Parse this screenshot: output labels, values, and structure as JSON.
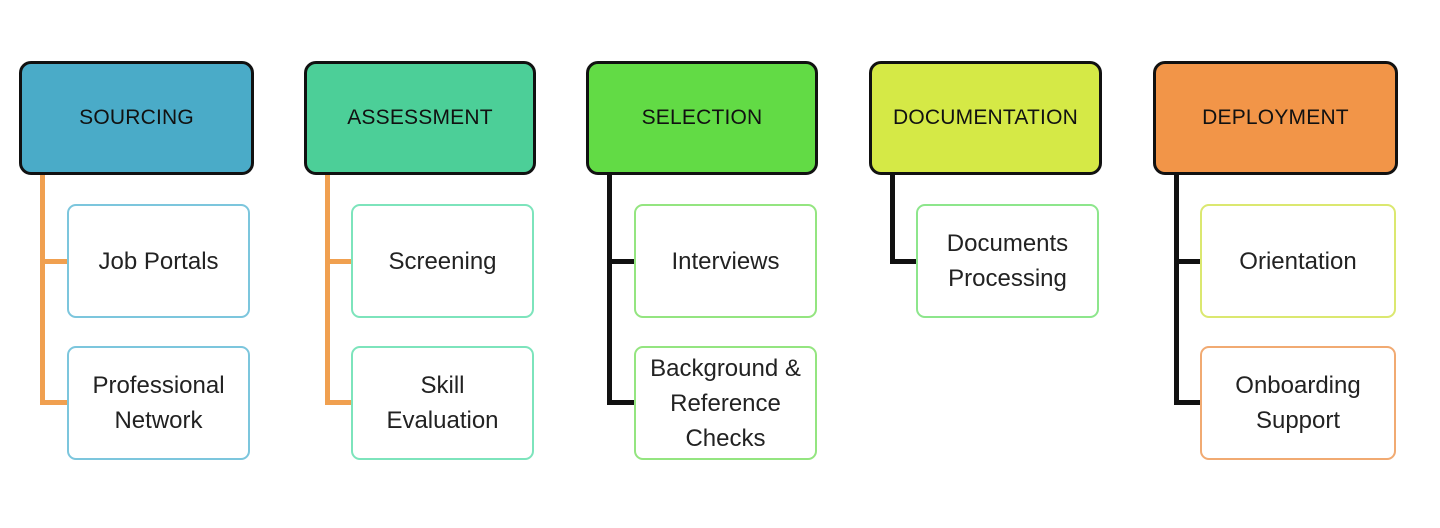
{
  "stages": [
    {
      "title": "SOURCING",
      "header_color": "#4aabc8",
      "connector_color": "#f0a050",
      "child_border_color": "#7cc6dd",
      "children": [
        "Job Portals",
        "Professional\nNetwork"
      ]
    },
    {
      "title": "ASSESSMENT",
      "header_color": "#4ccf98",
      "connector_color": "#f0a050",
      "child_border_color": "#7de4bc",
      "children": [
        "Screening",
        "Skill\nEvaluation"
      ]
    },
    {
      "title": "SELECTION",
      "header_color": "#62db45",
      "connector_color": "#111111",
      "child_border_color": "#94e580",
      "children": [
        "Interviews",
        "Background &\nReference\nChecks"
      ]
    },
    {
      "title": "DOCUMENTATION",
      "header_color": "#d5e946",
      "connector_color": "#111111",
      "child_border_color": "#8de68c",
      "children": [
        "Documents\nProcessing"
      ]
    },
    {
      "title": "DEPLOYMENT",
      "header_color": "#f29548",
      "connector_color": "#111111",
      "child_border_color": "#dbe870",
      "second_child_border_color": "#f1aa72",
      "children": [
        "Orientation",
        "Onboarding\nSupport"
      ]
    }
  ]
}
